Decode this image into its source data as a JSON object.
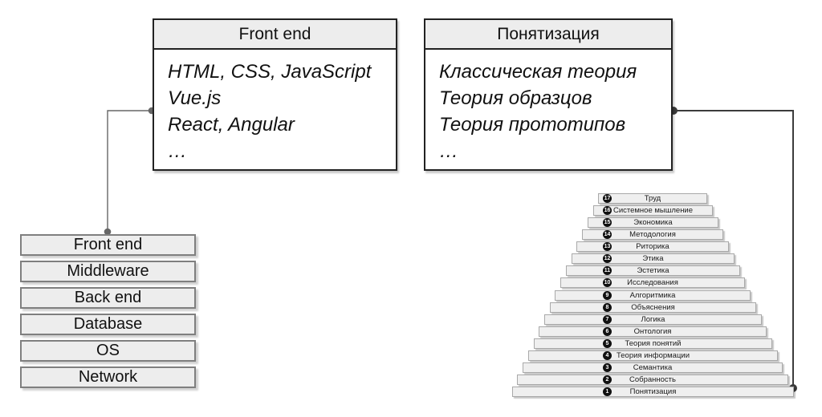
{
  "colors": {
    "panel_fill": "#ededed",
    "card_border": "#222222",
    "stack_border": "#7f7f7f",
    "bar_border": "#a9a9a9",
    "connector_left": "#666666",
    "connector_right": "#3c3c3c",
    "number_circle_bg": "#111111",
    "number_circle_text": "#ffffff"
  },
  "left_card": {
    "title": "Front end",
    "lines": [
      "HTML, CSS, JavaScript",
      "Vue.js",
      "React, Angular",
      "…"
    ]
  },
  "right_card": {
    "title": "Понятизация",
    "lines": [
      "Классическая теория",
      "Теория образцов",
      "Теория прототипов",
      "…"
    ]
  },
  "stack": {
    "items": [
      "Front end",
      "Middleware",
      "Back end",
      "Database",
      "OS",
      "Network"
    ]
  },
  "pyramid": {
    "layers": [
      {
        "num": 17,
        "label": "Труд"
      },
      {
        "num": 16,
        "label": "Системное мышление"
      },
      {
        "num": 15,
        "label": "Экономика"
      },
      {
        "num": 14,
        "label": "Методология"
      },
      {
        "num": 13,
        "label": "Риторика"
      },
      {
        "num": 12,
        "label": "Этика"
      },
      {
        "num": 11,
        "label": "Эстетика"
      },
      {
        "num": 10,
        "label": "Исследования"
      },
      {
        "num": 9,
        "label": "Алгоритмика"
      },
      {
        "num": 8,
        "label": "Объяснения"
      },
      {
        "num": 7,
        "label": "Логика"
      },
      {
        "num": 6,
        "label": "Онтология"
      },
      {
        "num": 5,
        "label": "Теория понятий"
      },
      {
        "num": 4,
        "label": "Теория информации"
      },
      {
        "num": 3,
        "label": "Семантика"
      },
      {
        "num": 2,
        "label": "Собранность"
      },
      {
        "num": 1,
        "label": "Понятизация"
      }
    ]
  }
}
